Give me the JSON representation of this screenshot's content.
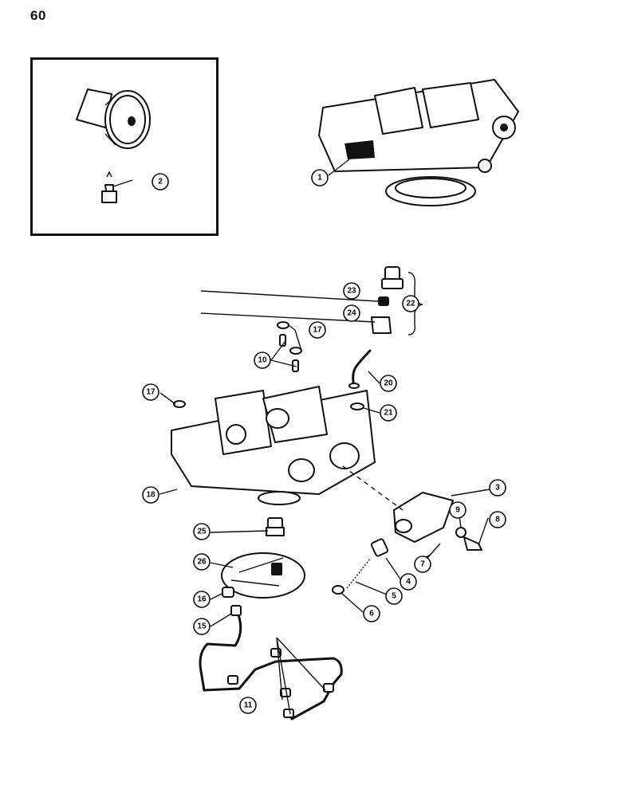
{
  "page": {
    "number": "60"
  },
  "callouts": [
    {
      "id": "c1",
      "label": "1"
    },
    {
      "id": "c2",
      "label": "2"
    },
    {
      "id": "c3",
      "label": "3"
    },
    {
      "id": "c4",
      "label": "4"
    },
    {
      "id": "c5",
      "label": "5"
    },
    {
      "id": "c6",
      "label": "6"
    },
    {
      "id": "c7",
      "label": "7"
    },
    {
      "id": "c8",
      "label": "8"
    },
    {
      "id": "c9",
      "label": "9"
    },
    {
      "id": "c10",
      "label": "10"
    },
    {
      "id": "c11",
      "label": "11"
    },
    {
      "id": "c15",
      "label": "15"
    },
    {
      "id": "c16",
      "label": "16"
    },
    {
      "id": "c17a",
      "label": "17"
    },
    {
      "id": "c17b",
      "label": "17"
    },
    {
      "id": "c18",
      "label": "18"
    },
    {
      "id": "c20",
      "label": "20"
    },
    {
      "id": "c21",
      "label": "21"
    },
    {
      "id": "c22",
      "label": "22"
    },
    {
      "id": "c23",
      "label": "23"
    },
    {
      "id": "c24",
      "label": "24"
    },
    {
      "id": "c25",
      "label": "25"
    },
    {
      "id": "c26",
      "label": "26"
    }
  ]
}
